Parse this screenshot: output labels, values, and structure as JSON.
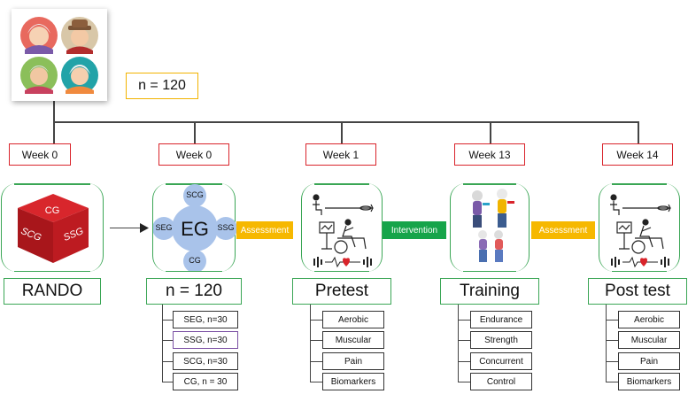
{
  "sample": {
    "count_label": "n = 120"
  },
  "columns": [
    {
      "week": "Week 0",
      "stage": "RANDO"
    },
    {
      "week": "Week 0",
      "stage": "n = 120",
      "circles": {
        "center": "EG",
        "top": "SCG",
        "left": "SEG",
        "right": "SSG",
        "bottom": "CG"
      },
      "items": [
        "SEG, n=30",
        "SSG, n=30",
        "SCG, n=30",
        "CG, n = 30"
      ]
    },
    {
      "week": "Week 1",
      "stage": "Pretest",
      "items": [
        "Aerobic",
        "Muscular",
        "Pain",
        "Biomarkers"
      ]
    },
    {
      "week": "Week 13",
      "stage": "Training",
      "items": [
        "Endurance",
        "Strength",
        "Concurrent",
        "Control"
      ]
    },
    {
      "week": "Week 14",
      "stage": "Post test",
      "items": [
        "Aerobic",
        "Muscular",
        "Pain",
        "Biomarkers"
      ]
    }
  ],
  "dice_labels": {
    "top": "CG",
    "left": "SCG",
    "right": "SSG"
  },
  "transitions": [
    "Assessment",
    "Intervention",
    "Assessment"
  ],
  "colors": {
    "week_border": "#d9242b",
    "stage_border": "#3aa655",
    "assessment": "#f6b800",
    "intervention": "#16a44a",
    "circle": "#a9c3ea",
    "dice": "#c9191f"
  },
  "icons": [
    "elderly-avatar-icon",
    "dice-icon",
    "assessment-equipment-icon",
    "exercising-seniors-icon",
    "heartbeat-icon"
  ]
}
